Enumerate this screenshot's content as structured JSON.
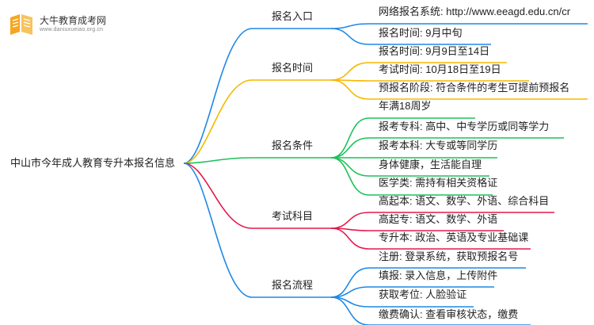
{
  "logo": {
    "title": "大牛教育成考网",
    "url": "www.daniuxueiao.org.cn"
  },
  "root": "中山市今年成人教育专升本报名信息",
  "branches": [
    {
      "label": "报名入口",
      "color": "#1e88e5",
      "leaves": [
        "网络报名系统: http://www.eeagd.edu.cn/cr",
        "报名时间: 9月中旬"
      ]
    },
    {
      "label": "报名时间",
      "color": "#f5b800",
      "leaves": [
        "报名时间: 9月9日至14日",
        "考试时间: 10月18日至19日",
        "预报名阶段: 符合条件的考生可提前预报名"
      ]
    },
    {
      "label": "报名条件",
      "color": "#1ec15a",
      "leaves": [
        "年满18周岁",
        "报考专科: 高中、中专学历或同等学力",
        "报考本科: 大专或等同学历",
        "身体健康，生活能自理",
        "医学类: 需持有相关资格证"
      ]
    },
    {
      "label": "考试科目",
      "color": "#e5194a",
      "leaves": [
        "高起本: 语文、数学、外语、综合科目",
        "高起专: 语文、数学、外语",
        "专升本: 政治、英语及专业基础课"
      ]
    },
    {
      "label": "报名流程",
      "color": "#1e88e5",
      "leaves": [
        "注册: 登录系统，获取预报名号",
        "填报: 录入信息，上传附件",
        "获取考位: 人脸验证",
        "缴费确认: 查看审核状态，缴费"
      ]
    }
  ]
}
